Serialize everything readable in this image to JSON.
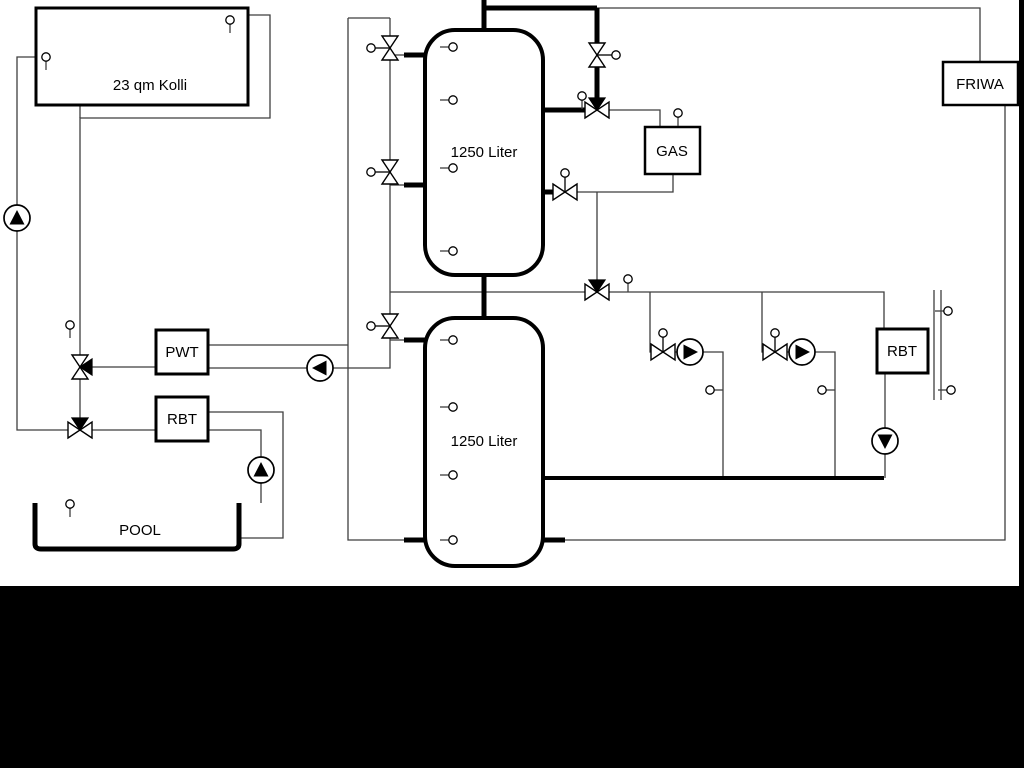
{
  "diagram": {
    "labels": {
      "collector": "23 qm Kolli",
      "buffer_tank_top": "1250 Liter",
      "buffer_tank_bottom": "1250 Liter",
      "pwt": "PWT",
      "rbt_left": "RBT",
      "rbt_right": "RBT",
      "gas": "GAS",
      "friwa": "FRIWA",
      "pool": "POOL"
    },
    "colors": {
      "background": "#ffffff",
      "line": "#000000",
      "letterbox": "#000000"
    },
    "icons": {
      "pumps": [
        "solar-pump-icon",
        "buffer-charge-pump-icon",
        "pool-pump-icon",
        "heating-pump-1-icon",
        "heating-pump-2-icon",
        "rbt-circulation-pump-icon"
      ],
      "valves": [
        "three-way-valve-icon",
        "two-way-valve-icon"
      ],
      "sensor": "temperature-sensor-icon"
    }
  }
}
